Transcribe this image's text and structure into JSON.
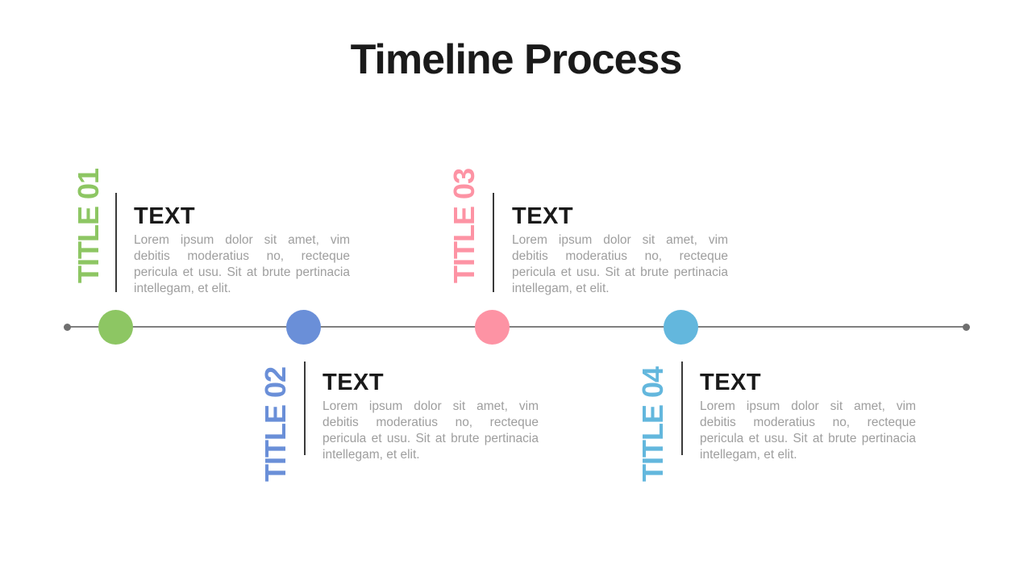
{
  "slide": {
    "title": "Timeline Process"
  },
  "timeline": {
    "line_color": "#7f7f7f",
    "endpoint_color": "#6f6f6f",
    "items": [
      {
        "title": "TITLE 01",
        "accent": "#8dc663",
        "position": "top",
        "heading": "TEXT",
        "body": "Lorem ipsum dolor sit amet, vim debitis moderatius no, recteque pericula et usu. Sit at brute pertinacia intellegam, et elit."
      },
      {
        "title": "TITLE 02",
        "accent": "#6a8fd8",
        "position": "bottom",
        "heading": "TEXT",
        "body": "Lorem ipsum dolor sit amet, vim debitis moderatius no, recteque pericula et usu. Sit at brute pertinacia intellegam, et elit."
      },
      {
        "title": "TITLE 03",
        "accent": "#fd93a4",
        "position": "top",
        "heading": "TEXT",
        "body": "Lorem ipsum dolor sit amet, vim debitis moderatius no, recteque pericula et usu. Sit at brute pertinacia intellegam, et elit."
      },
      {
        "title": "TITLE 04",
        "accent": "#63b7dd",
        "position": "bottom",
        "heading": "TEXT",
        "body": "Lorem ipsum dolor sit amet, vim debitis moderatius no, recteque pericula et usu. Sit at brute pertinacia intellegam, et elit."
      }
    ]
  }
}
